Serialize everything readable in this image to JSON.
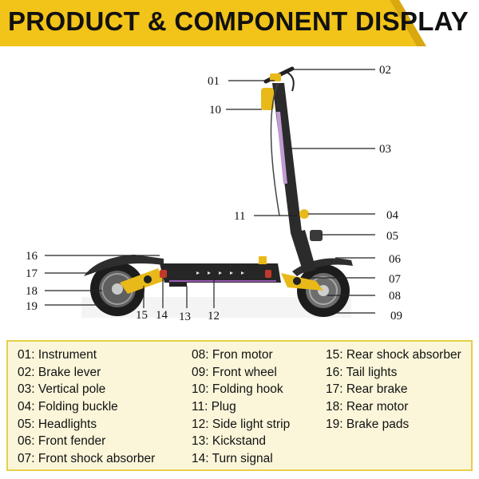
{
  "header": {
    "title": "PRODUCT & COMPONENT DISPLAY",
    "colors": {
      "band": "#f2c318",
      "strip": "#d8a80c",
      "text": "#111111"
    }
  },
  "diagram": {
    "callouts": [
      "01",
      "02",
      "03",
      "04",
      "05",
      "06",
      "07",
      "08",
      "09",
      "10",
      "11",
      "12",
      "13",
      "14",
      "15",
      "16",
      "17",
      "18",
      "19"
    ],
    "colors": {
      "frame": "#2a2a2a",
      "accent": "#e8b918",
      "tire": "#1c1c1c",
      "rim": "#6d6d6d",
      "deck_light": "#9b59b6"
    }
  },
  "legend": {
    "columns": [
      [
        "01: Instrument",
        "02: Brake lever",
        "03: Vertical pole",
        "04: Folding buckle",
        "05: Headlights",
        "06: Front fender",
        "07: Front shock absorber"
      ],
      [
        "08: Fron motor",
        "09: Front wheel",
        "10: Folding hook",
        "11: Plug",
        "12: Side light strip",
        "13: Kickstand",
        "14: Turn signal"
      ],
      [
        "15: Rear shock absorber",
        "16: Tail lights",
        "17: Rear brake",
        "18: Rear motor",
        "19: Brake pads"
      ]
    ],
    "colors": {
      "background": "#fbf6da",
      "border": "#e6cf4a"
    }
  }
}
